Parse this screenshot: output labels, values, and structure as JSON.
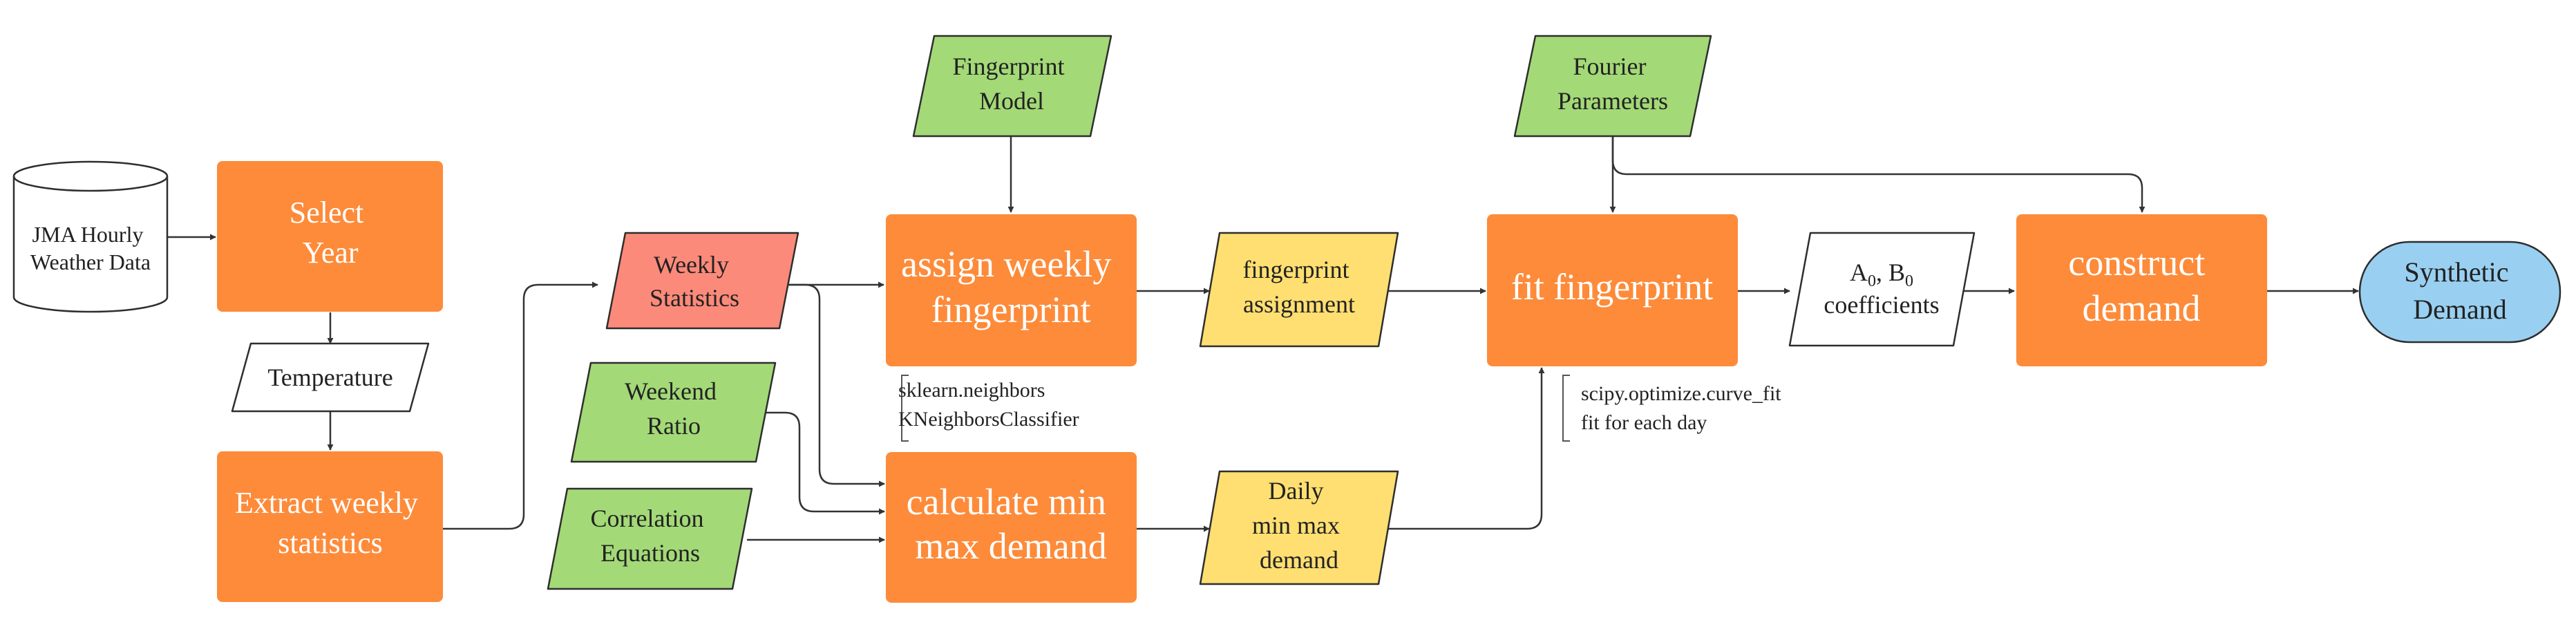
{
  "colors": {
    "process": "#fd8b3a",
    "input_green": "#a3d977",
    "stats_red": "#fc8a7a",
    "result_yellow": "#ffdf71",
    "terminal_blue": "#99d0f1",
    "plain": "#ffffff",
    "stroke": "#2e2e2e",
    "arrow": "#333333"
  },
  "nodes": {
    "jma_weather": {
      "shape": "database",
      "lines": [
        "JMA Hourly",
        "Weather Data"
      ]
    },
    "select_year": {
      "shape": "process",
      "lines": [
        "Select",
        "Year"
      ]
    },
    "temperature": {
      "shape": "data",
      "lines": [
        "Temperature"
      ]
    },
    "extract_weekly": {
      "shape": "process",
      "lines": [
        "Extract weekly",
        "statistics"
      ]
    },
    "weekly_statistics": {
      "shape": "data",
      "lines": [
        "Weekly",
        "Statistics"
      ]
    },
    "weekend_ratio": {
      "shape": "data",
      "lines": [
        "Weekend",
        "Ratio"
      ]
    },
    "correlation_equations": {
      "shape": "data",
      "lines": [
        "Correlation",
        "Equations"
      ]
    },
    "fingerprint_model": {
      "shape": "data",
      "lines": [
        "Fingerprint",
        "Model"
      ]
    },
    "assign_fingerprint": {
      "shape": "process",
      "lines": [
        "assign weekly",
        "fingerprint"
      ]
    },
    "calc_min_max": {
      "shape": "process",
      "lines": [
        "calculate min",
        "max demand"
      ]
    },
    "fingerprint_assignment": {
      "shape": "data",
      "lines": [
        "fingerprint",
        "assignment"
      ]
    },
    "daily_min_max": {
      "shape": "data",
      "lines": [
        "Daily",
        "min max",
        "demand"
      ]
    },
    "fourier_parameters": {
      "shape": "data",
      "lines": [
        "Fourier",
        "Parameters"
      ]
    },
    "fit_fingerprint": {
      "shape": "process",
      "lines": [
        "fit fingerprint"
      ]
    },
    "coefficients": {
      "shape": "data",
      "line1": {
        "a": "A",
        "a_sub": "0",
        "sep": ", B",
        "b_sub": "0"
      },
      "line2": "coefficients"
    },
    "construct_demand": {
      "shape": "process",
      "lines": [
        "construct",
        "demand"
      ]
    },
    "synthetic_demand": {
      "shape": "terminal",
      "lines": [
        "Synthetic",
        "Demand"
      ]
    }
  },
  "annotations": {
    "sklearn": {
      "lines": [
        "sklearn.neighbors",
        "KNeighborsClassifier"
      ]
    },
    "scipy": {
      "lines": [
        "scipy.optimize.curve_fit",
        "fit for each day"
      ]
    }
  },
  "edges": [
    {
      "from": "jma_weather",
      "to": "select_year"
    },
    {
      "from": "select_year",
      "to": "temperature"
    },
    {
      "from": "temperature",
      "to": "extract_weekly"
    },
    {
      "from": "extract_weekly",
      "to": "weekly_statistics"
    },
    {
      "from": "weekly_statistics",
      "to": "assign_fingerprint"
    },
    {
      "from": "weekly_statistics",
      "to": "calc_min_max"
    },
    {
      "from": "weekend_ratio",
      "to": "calc_min_max"
    },
    {
      "from": "correlation_equations",
      "to": "calc_min_max"
    },
    {
      "from": "fingerprint_model",
      "to": "assign_fingerprint"
    },
    {
      "from": "assign_fingerprint",
      "to": "fingerprint_assignment"
    },
    {
      "from": "fingerprint_assignment",
      "to": "fit_fingerprint"
    },
    {
      "from": "calc_min_max",
      "to": "daily_min_max"
    },
    {
      "from": "daily_min_max",
      "to": "fit_fingerprint"
    },
    {
      "from": "fourier_parameters",
      "to": "fit_fingerprint"
    },
    {
      "from": "fourier_parameters",
      "to": "construct_demand"
    },
    {
      "from": "fit_fingerprint",
      "to": "coefficients"
    },
    {
      "from": "coefficients",
      "to": "construct_demand"
    },
    {
      "from": "construct_demand",
      "to": "synthetic_demand"
    }
  ]
}
